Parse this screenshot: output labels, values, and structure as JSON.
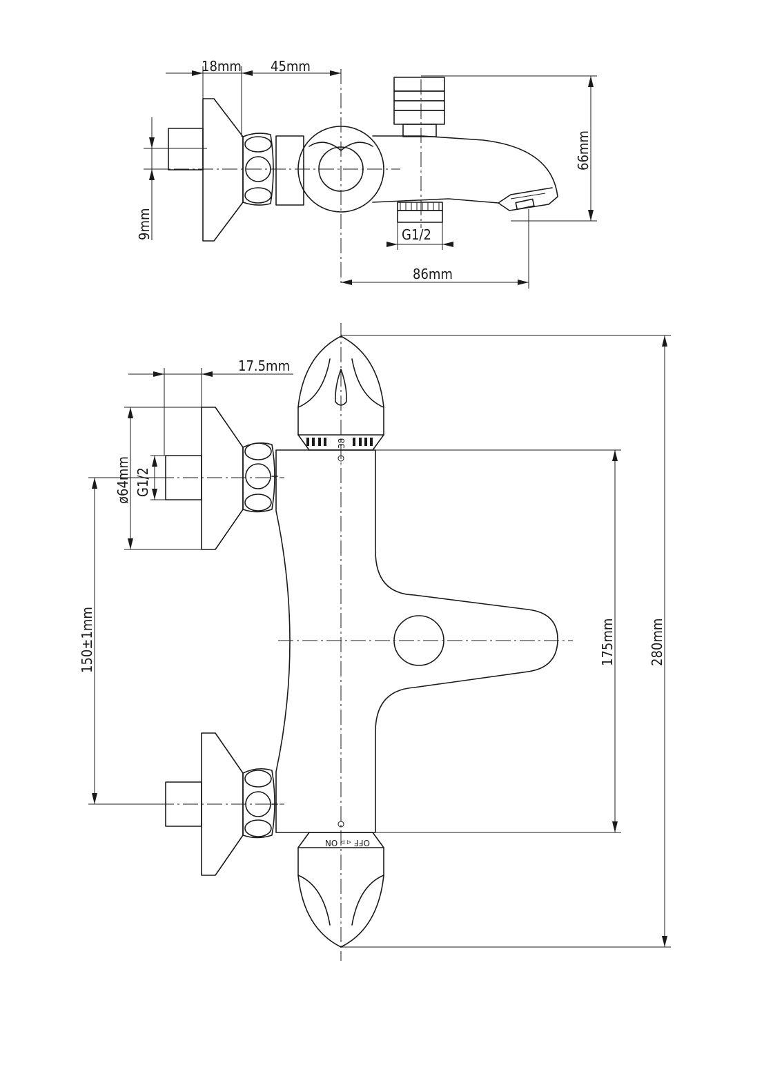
{
  "top_view": {
    "dims": {
      "flange": "18mm",
      "offset": "45mm",
      "height": "66mm",
      "thread_len": "9mm",
      "outlet_thread": "G1/2",
      "spout_reach": "86mm"
    }
  },
  "front_view": {
    "dims": {
      "wall_gap": "17.5mm",
      "escutcheon_dia": "ø64mm",
      "inlet_thread": "G1/2",
      "centers": "150±1mm",
      "body_height": "175mm",
      "overall_height": "280mm"
    },
    "temp_label": "38",
    "flow_label": "OFF ◃ ▹ ON"
  },
  "colors": {
    "line": "#1a1a1a",
    "background": "#ffffff"
  }
}
